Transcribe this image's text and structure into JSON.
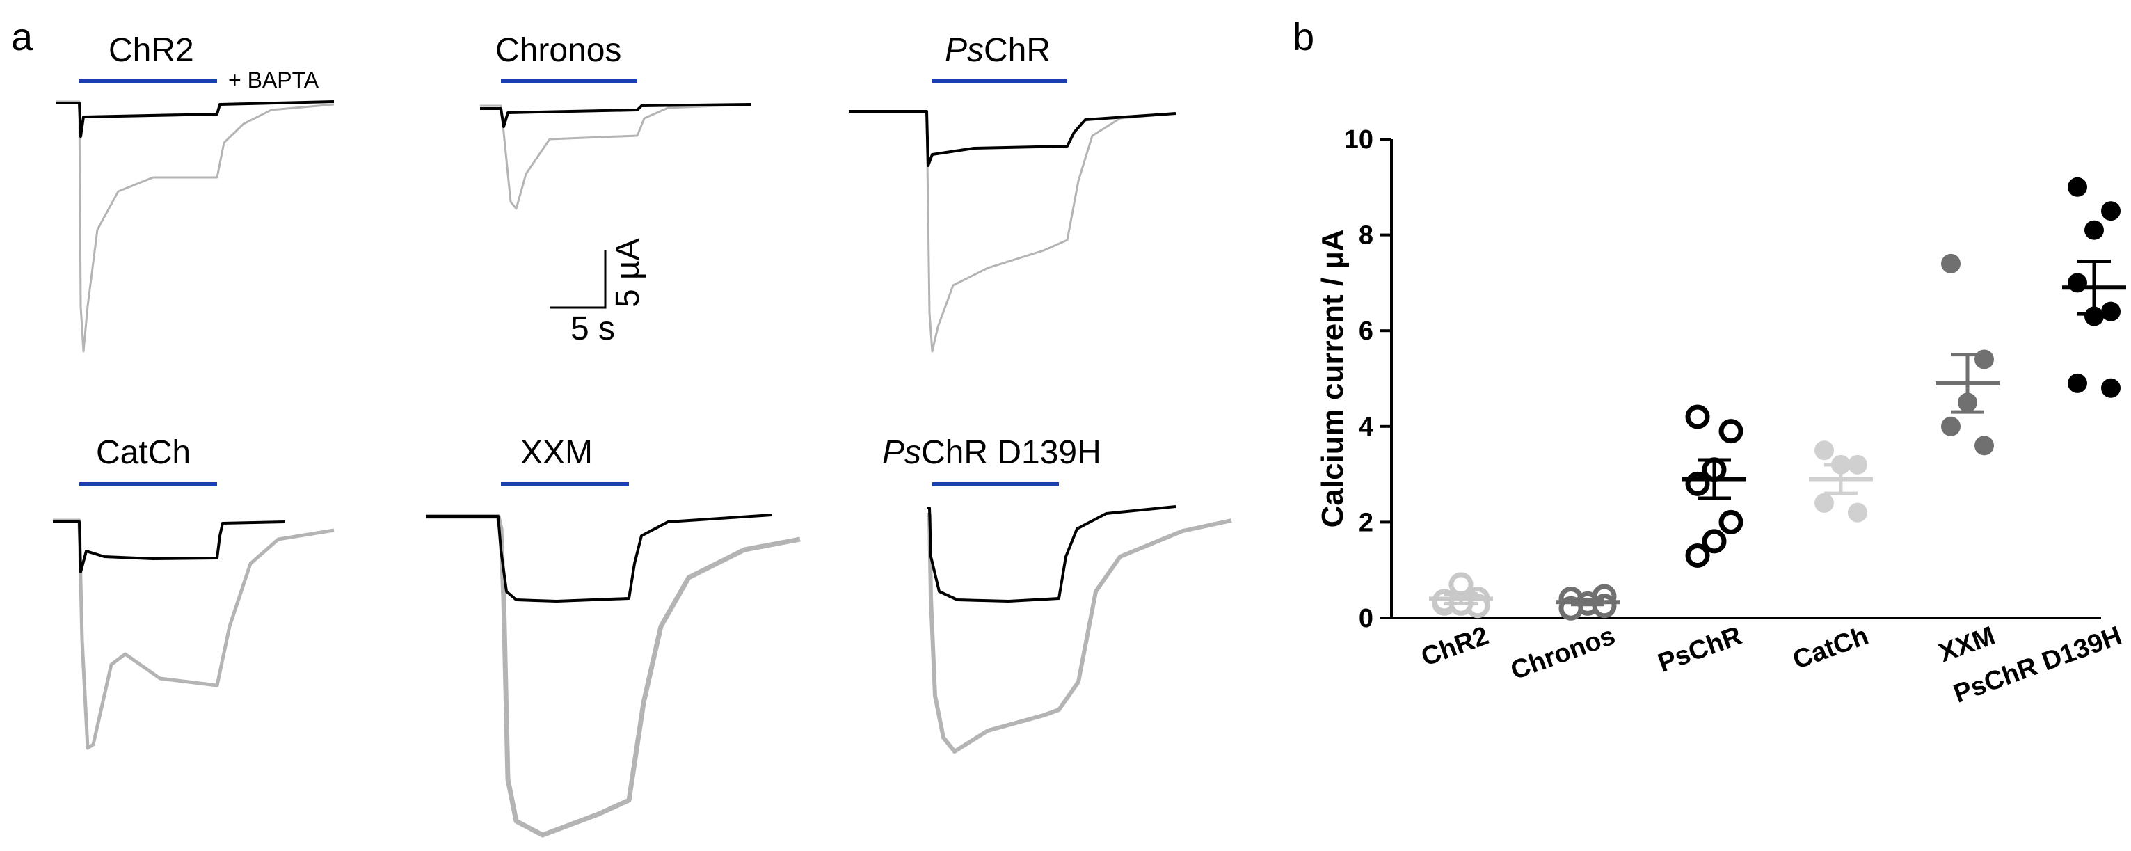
{
  "panel_a": {
    "letter": "a",
    "bapta_label": "+ BAPTA",
    "scale_bar": {
      "y_label": "5 µA",
      "x_label": "5 s"
    },
    "legend_colors": {
      "control": "#000000",
      "bapta_stim": "#1a3fb0",
      "other": "#b4b4b4"
    },
    "traces": [
      {
        "title": "ChR2",
        "italic_prefix": ""
      },
      {
        "title": "Chronos",
        "italic_prefix": ""
      },
      {
        "title": "ChR",
        "italic_prefix": "Ps"
      },
      {
        "title": "CatCh",
        "italic_prefix": ""
      },
      {
        "title": "XXM",
        "italic_prefix": ""
      },
      {
        "title": "ChR D139H",
        "italic_prefix": "Ps"
      }
    ]
  },
  "panel_b": {
    "letter": "b"
  },
  "chart_data": {
    "type": "scatter",
    "ylabel": "Calcium current / µA",
    "xlabel": "",
    "ylim": [
      0,
      10
    ],
    "yticks": [
      0,
      2,
      4,
      6,
      8,
      10
    ],
    "categories": [
      "ChR2",
      "Chronos",
      "PsChR",
      "CatCh",
      "XXM",
      "PsChR D139H"
    ],
    "series": [
      {
        "category": "ChR2",
        "color": "#c8c8c8",
        "marker": "open",
        "points": [
          0.3,
          0.4,
          0.7,
          0.35,
          0.25,
          0.3
        ],
        "mean": 0.4,
        "sem": 0.1
      },
      {
        "category": "Chronos",
        "color": "#707070",
        "marker": "open",
        "points": [
          0.4,
          0.45,
          0.3,
          0.2,
          0.25
        ],
        "mean": 0.33,
        "sem": 0.05
      },
      {
        "category": "PsChR",
        "color": "#000000",
        "marker": "open",
        "points": [
          4.2,
          3.9,
          3.1,
          2.8,
          2.0,
          1.6,
          1.3
        ],
        "mean": 2.9,
        "sem": 0.4
      },
      {
        "category": "CatCh",
        "color": "#d0d0d0",
        "marker": "filled",
        "points": [
          3.5,
          3.2,
          3.2,
          2.4,
          2.2
        ],
        "mean": 2.9,
        "sem": 0.3
      },
      {
        "category": "XXM",
        "color": "#707070",
        "marker": "filled",
        "points": [
          7.4,
          5.4,
          4.5,
          4.0,
          3.6
        ],
        "mean": 4.9,
        "sem": 0.6
      },
      {
        "category": "PsChR D139H",
        "color": "#000000",
        "marker": "filled",
        "points": [
          9.0,
          8.5,
          8.1,
          7.0,
          6.4,
          6.3,
          4.9,
          4.8
        ],
        "mean": 6.9,
        "sem": 0.55
      }
    ]
  }
}
